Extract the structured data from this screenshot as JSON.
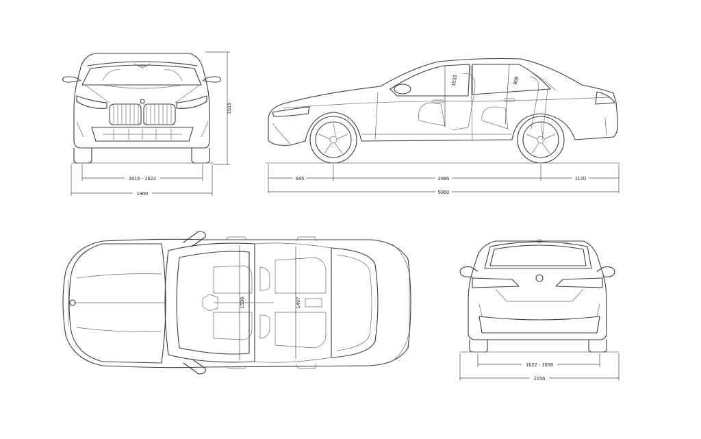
{
  "dimensions": {
    "height": "1515",
    "front_track": "1616 - 1622",
    "width": "1900",
    "front_overhang": "945",
    "wheelbase": "2995",
    "rear_overhang": "1120",
    "length": "5060",
    "front_headroom": "1033",
    "rear_headroom": "969",
    "front_shoulder": "1536",
    "rear_shoulder": "1497",
    "rear_track": "1622 - 1658",
    "width_mirrors": "2156"
  }
}
